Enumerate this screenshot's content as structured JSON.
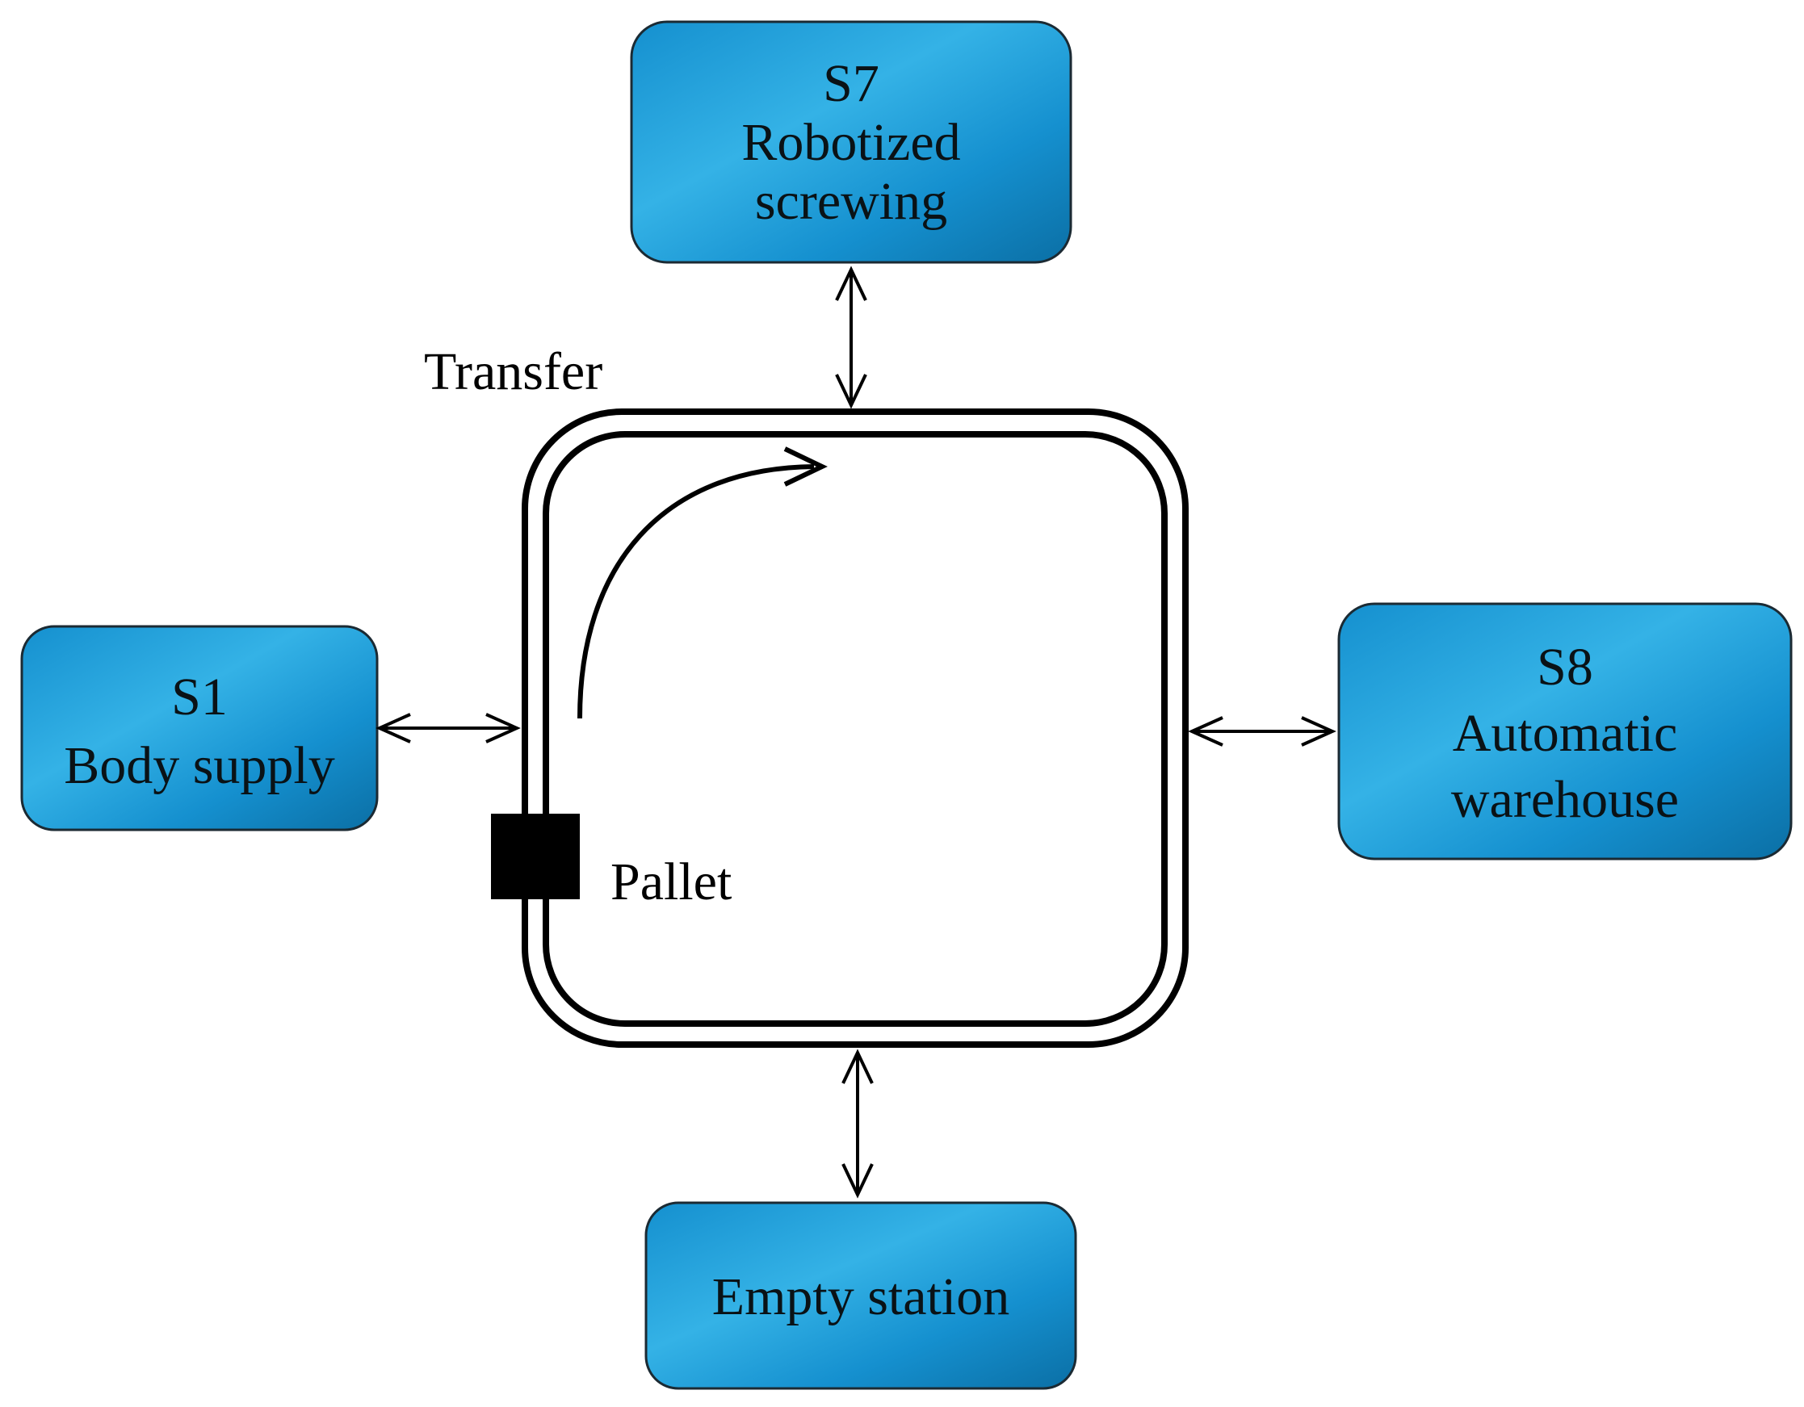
{
  "colors": {
    "station_fill_light": "#34b2e6",
    "station_fill_mid": "#1590cf",
    "station_fill_dark": "#0b6fa5",
    "line": "#000000",
    "background": "#ffffff"
  },
  "stations": {
    "s7": {
      "id": "S7",
      "line1": "Robotized",
      "line2": "screwing"
    },
    "s1": {
      "id": "S1",
      "line1": "Body supply"
    },
    "s8": {
      "id": "S8",
      "line1": "Automatic",
      "line2": "warehouse"
    },
    "empty": {
      "line1": "Empty station"
    }
  },
  "labels": {
    "transfer": "Transfer",
    "pallet": "Pallet"
  },
  "icons": {
    "link": "double-headed-arrow-icon",
    "flow": "flow-direction-arrow-icon",
    "pallet": "pallet-block-icon"
  }
}
